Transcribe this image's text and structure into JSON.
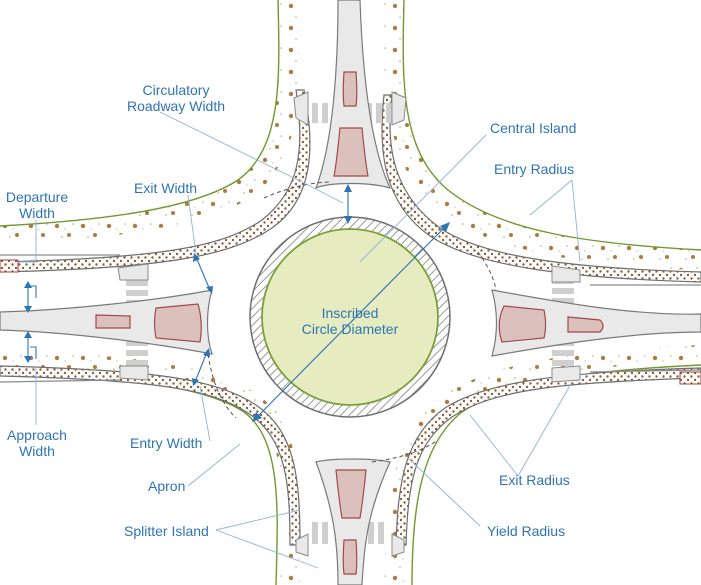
{
  "diagram": {
    "labels": {
      "circulatory_roadway_width": [
        "Circulatory",
        "Roadway Width"
      ],
      "central_island": "Central Island",
      "entry_radius": "Entry Radius",
      "exit_width": "Exit Width",
      "departure_width": [
        "Departure",
        "Width"
      ],
      "inscribed_circle_diameter": [
        "Inscribed",
        "Circle Diameter"
      ],
      "approach_width": [
        "Approach",
        "Width"
      ],
      "entry_width": "Entry Width",
      "apron": "Apron",
      "exit_radius": "Exit Radius",
      "splitter_island": "Splitter Island",
      "yield_radius": "Yield Radius"
    },
    "colors": {
      "label_text": "#2e74b5",
      "leader_line": "#8fb3d9",
      "central_island_fill": "#e6ecbf",
      "central_island_edge": "#7aa03a",
      "roadway": "#ffffff",
      "curb_fill": "#e9e9e9",
      "apron_dots": "#8b5e34",
      "splitter_insert": "#dcc0bb",
      "landscape_dots": "#b07a3e",
      "grass_edge": "#6f9a2e"
    }
  }
}
